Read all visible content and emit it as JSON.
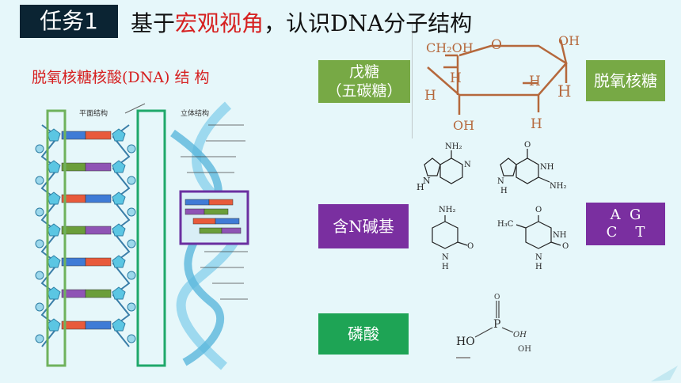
{
  "header": {
    "task_label": "任务1",
    "title_prefix": "基于",
    "title_highlight": "宏观视角",
    "title_suffix": "，认识DNA分子结构"
  },
  "dna_panel": {
    "heading": "脱氧核糖核酸(DNA)  结 构",
    "plane_label": "平面结构",
    "stereo_label": "立体结构"
  },
  "labels": {
    "sugar_box": "戊糖\n（五碳糖）",
    "deoxyribose_box": "脱氧核糖",
    "base_box": "含N碱基",
    "agct_box": "A  G\nC    T",
    "phosphate_box": "磷酸"
  },
  "ribose": {
    "ch2oh": "CH₂OH",
    "o": "O",
    "oh_top": "OH",
    "oh_bottom": "OH",
    "h": "H"
  },
  "adenine": {
    "nh2": "NH₂",
    "n": "N",
    "nh": "H"
  },
  "guanine": {
    "o": "O",
    "n": "N",
    "nh": "NH",
    "nh2": "NH₂",
    "h": "H"
  },
  "cytosine": {
    "nh2": "NH₂",
    "n": "N",
    "o": "O",
    "h": "H"
  },
  "thymine": {
    "ch3": "H₃C",
    "o": "O",
    "nh": "NH",
    "n": "N",
    "h": "H"
  },
  "phosphate": {
    "o": "O",
    "p": "P",
    "ho": "HO",
    "oh1": "OH",
    "oh2": "OH"
  },
  "colors": {
    "badge": "#0b2433",
    "accent_red": "#d62020",
    "green_box": "#77a945",
    "purple_box": "#7a2fa0",
    "bright_green_box": "#1ea455",
    "ribose_brown": "#b5683c",
    "background": "#e6f7fa"
  }
}
